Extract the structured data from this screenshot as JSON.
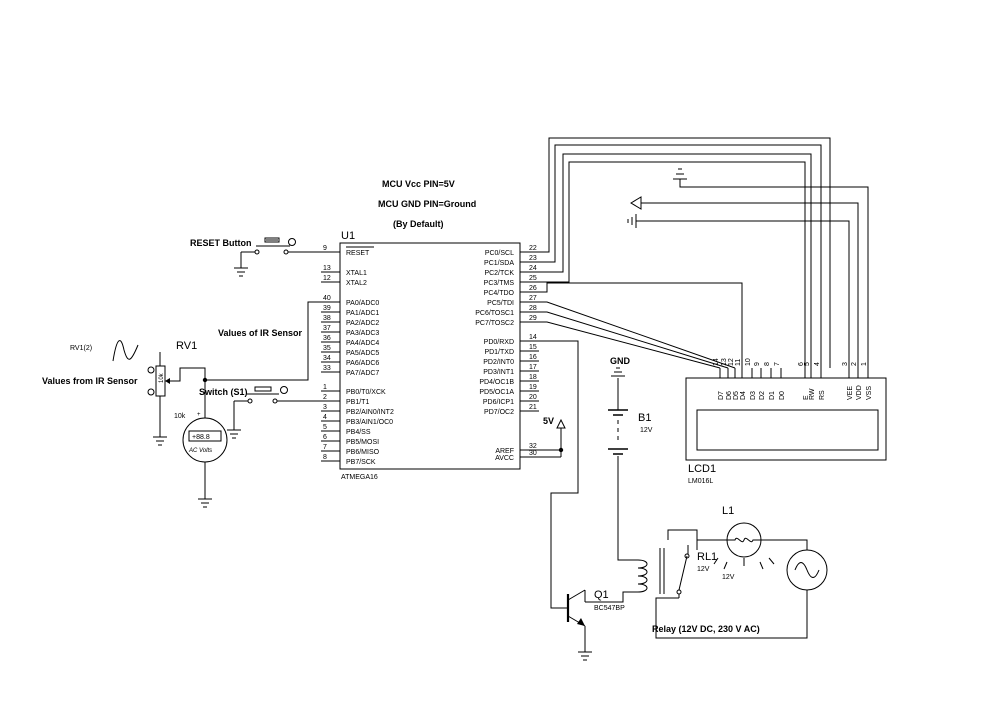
{
  "notes": {
    "vcc": "MCU Vcc PIN=5V",
    "gnd": "MCU GND PIN=Ground",
    "default": "(By Default)"
  },
  "labels": {
    "reset_button": "RESET Button",
    "ir_values_1": "Values of IR Sensor",
    "ir_values_2": "Values from IR Sensor",
    "switch": "Switch (S1)",
    "relay_desc": "Relay (12V DC, 230 V AC)",
    "gnd": "GND",
    "five_v": "5V"
  },
  "mcu": {
    "ref": "U1",
    "part": "ATMEGA16",
    "left_pins": [
      {
        "num": "9",
        "name": "RESET"
      },
      {
        "num": "13",
        "name": "XTAL1"
      },
      {
        "num": "12",
        "name": "XTAL2"
      },
      {
        "num": "40",
        "name": "PA0/ADC0"
      },
      {
        "num": "39",
        "name": "PA1/ADC1"
      },
      {
        "num": "38",
        "name": "PA2/ADC2"
      },
      {
        "num": "37",
        "name": "PA3/ADC3"
      },
      {
        "num": "36",
        "name": "PA4/ADC4"
      },
      {
        "num": "35",
        "name": "PA5/ADC5"
      },
      {
        "num": "34",
        "name": "PA6/ADC6"
      },
      {
        "num": "33",
        "name": "PA7/ADC7"
      },
      {
        "num": "1",
        "name": "PB0/T0/XCK"
      },
      {
        "num": "2",
        "name": "PB1/T1"
      },
      {
        "num": "3",
        "name": "PB2/AIN0/INT2"
      },
      {
        "num": "4",
        "name": "PB3/AIN1/OC0"
      },
      {
        "num": "5",
        "name": "PB4/SS"
      },
      {
        "num": "6",
        "name": "PB5/MOSI"
      },
      {
        "num": "7",
        "name": "PB6/MISO"
      },
      {
        "num": "8",
        "name": "PB7/SCK"
      }
    ],
    "right_pins": [
      {
        "num": "22",
        "name": "PC0/SCL"
      },
      {
        "num": "23",
        "name": "PC1/SDA"
      },
      {
        "num": "24",
        "name": "PC2/TCK"
      },
      {
        "num": "25",
        "name": "PC3/TMS"
      },
      {
        "num": "26",
        "name": "PC4/TDO"
      },
      {
        "num": "27",
        "name": "PC5/TDI"
      },
      {
        "num": "28",
        "name": "PC6/TOSC1"
      },
      {
        "num": "29",
        "name": "PC7/TOSC2"
      },
      {
        "num": "14",
        "name": "PD0/RXD"
      },
      {
        "num": "15",
        "name": "PD1/TXD"
      },
      {
        "num": "16",
        "name": "PD2/INT0"
      },
      {
        "num": "17",
        "name": "PD3/INT1"
      },
      {
        "num": "18",
        "name": "PD4/OC1B"
      },
      {
        "num": "19",
        "name": "PD5/OC1A"
      },
      {
        "num": "20",
        "name": "PD6/ICP1"
      },
      {
        "num": "21",
        "name": "PD7/OC2"
      },
      {
        "num": "32",
        "name": "AREF"
      },
      {
        "num": "30",
        "name": "AVCC"
      }
    ]
  },
  "lcd": {
    "ref": "LCD1",
    "part": "LM016L",
    "pins": [
      {
        "num": "14",
        "name": "D7"
      },
      {
        "num": "13",
        "name": "D6"
      },
      {
        "num": "12",
        "name": "D5"
      },
      {
        "num": "11",
        "name": "D4"
      },
      {
        "num": "10",
        "name": "D3"
      },
      {
        "num": "9",
        "name": "D2"
      },
      {
        "num": "8",
        "name": "D1"
      },
      {
        "num": "7",
        "name": "D0"
      },
      {
        "num": "6",
        "name": "E"
      },
      {
        "num": "5",
        "name": "RW"
      },
      {
        "num": "4",
        "name": "RS"
      },
      {
        "num": "3",
        "name": "VEE"
      },
      {
        "num": "2",
        "name": "VDD"
      },
      {
        "num": "1",
        "name": "VSS"
      }
    ]
  },
  "rv1": {
    "ref": "RV1",
    "value": "10k",
    "source": "RV1(2)"
  },
  "voltmeter": {
    "reading": "+88.8",
    "mode": "AC Volts"
  },
  "battery": {
    "ref": "B1",
    "value": "12V"
  },
  "relay": {
    "ref": "RL1",
    "value": "12V"
  },
  "lamp": {
    "ref": "L1",
    "value": "12V"
  },
  "transistor": {
    "ref": "Q1",
    "part": "BC547BP"
  }
}
